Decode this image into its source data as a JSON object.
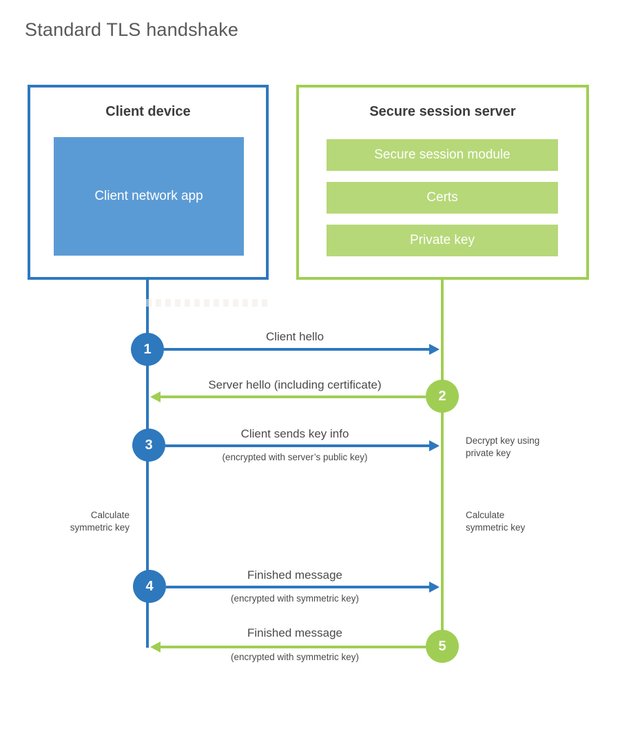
{
  "title": "Standard TLS handshake",
  "colors": {
    "blue": "#2e78be",
    "blue_fill": "#5b9bd5",
    "green": "#a0ce54",
    "green_fill": "#b6d878",
    "heading_text": "#3d3d3d",
    "label_text": "#4a4a4a",
    "title_text": "#595959"
  },
  "client": {
    "title": "Client device",
    "app_label": "Client network app"
  },
  "server": {
    "title": "Secure session server",
    "modules": [
      "Secure session module",
      "Certs",
      "Private key"
    ]
  },
  "steps": [
    {
      "number": "1",
      "label": "Client hello",
      "sublabel": "",
      "direction": "right",
      "from": "client"
    },
    {
      "number": "2",
      "label": "Server hello (including certificate)",
      "sublabel": "",
      "direction": "left",
      "from": "server"
    },
    {
      "number": "3",
      "label": "Client sends key info",
      "sublabel": "(encrypted with server’s public key)",
      "direction": "right",
      "from": "client"
    },
    {
      "number": "4",
      "label": "Finished message",
      "sublabel": "(encrypted with symmetric key)",
      "direction": "right",
      "from": "client"
    },
    {
      "number": "5",
      "label": "Finished message",
      "sublabel": "(encrypted with symmetric key)",
      "direction": "left",
      "from": "server"
    }
  ],
  "notes": {
    "decrypt": "Decrypt key using private key",
    "calc_left": "Calculate symmetric key",
    "calc_right": "Calculate symmetric key"
  }
}
